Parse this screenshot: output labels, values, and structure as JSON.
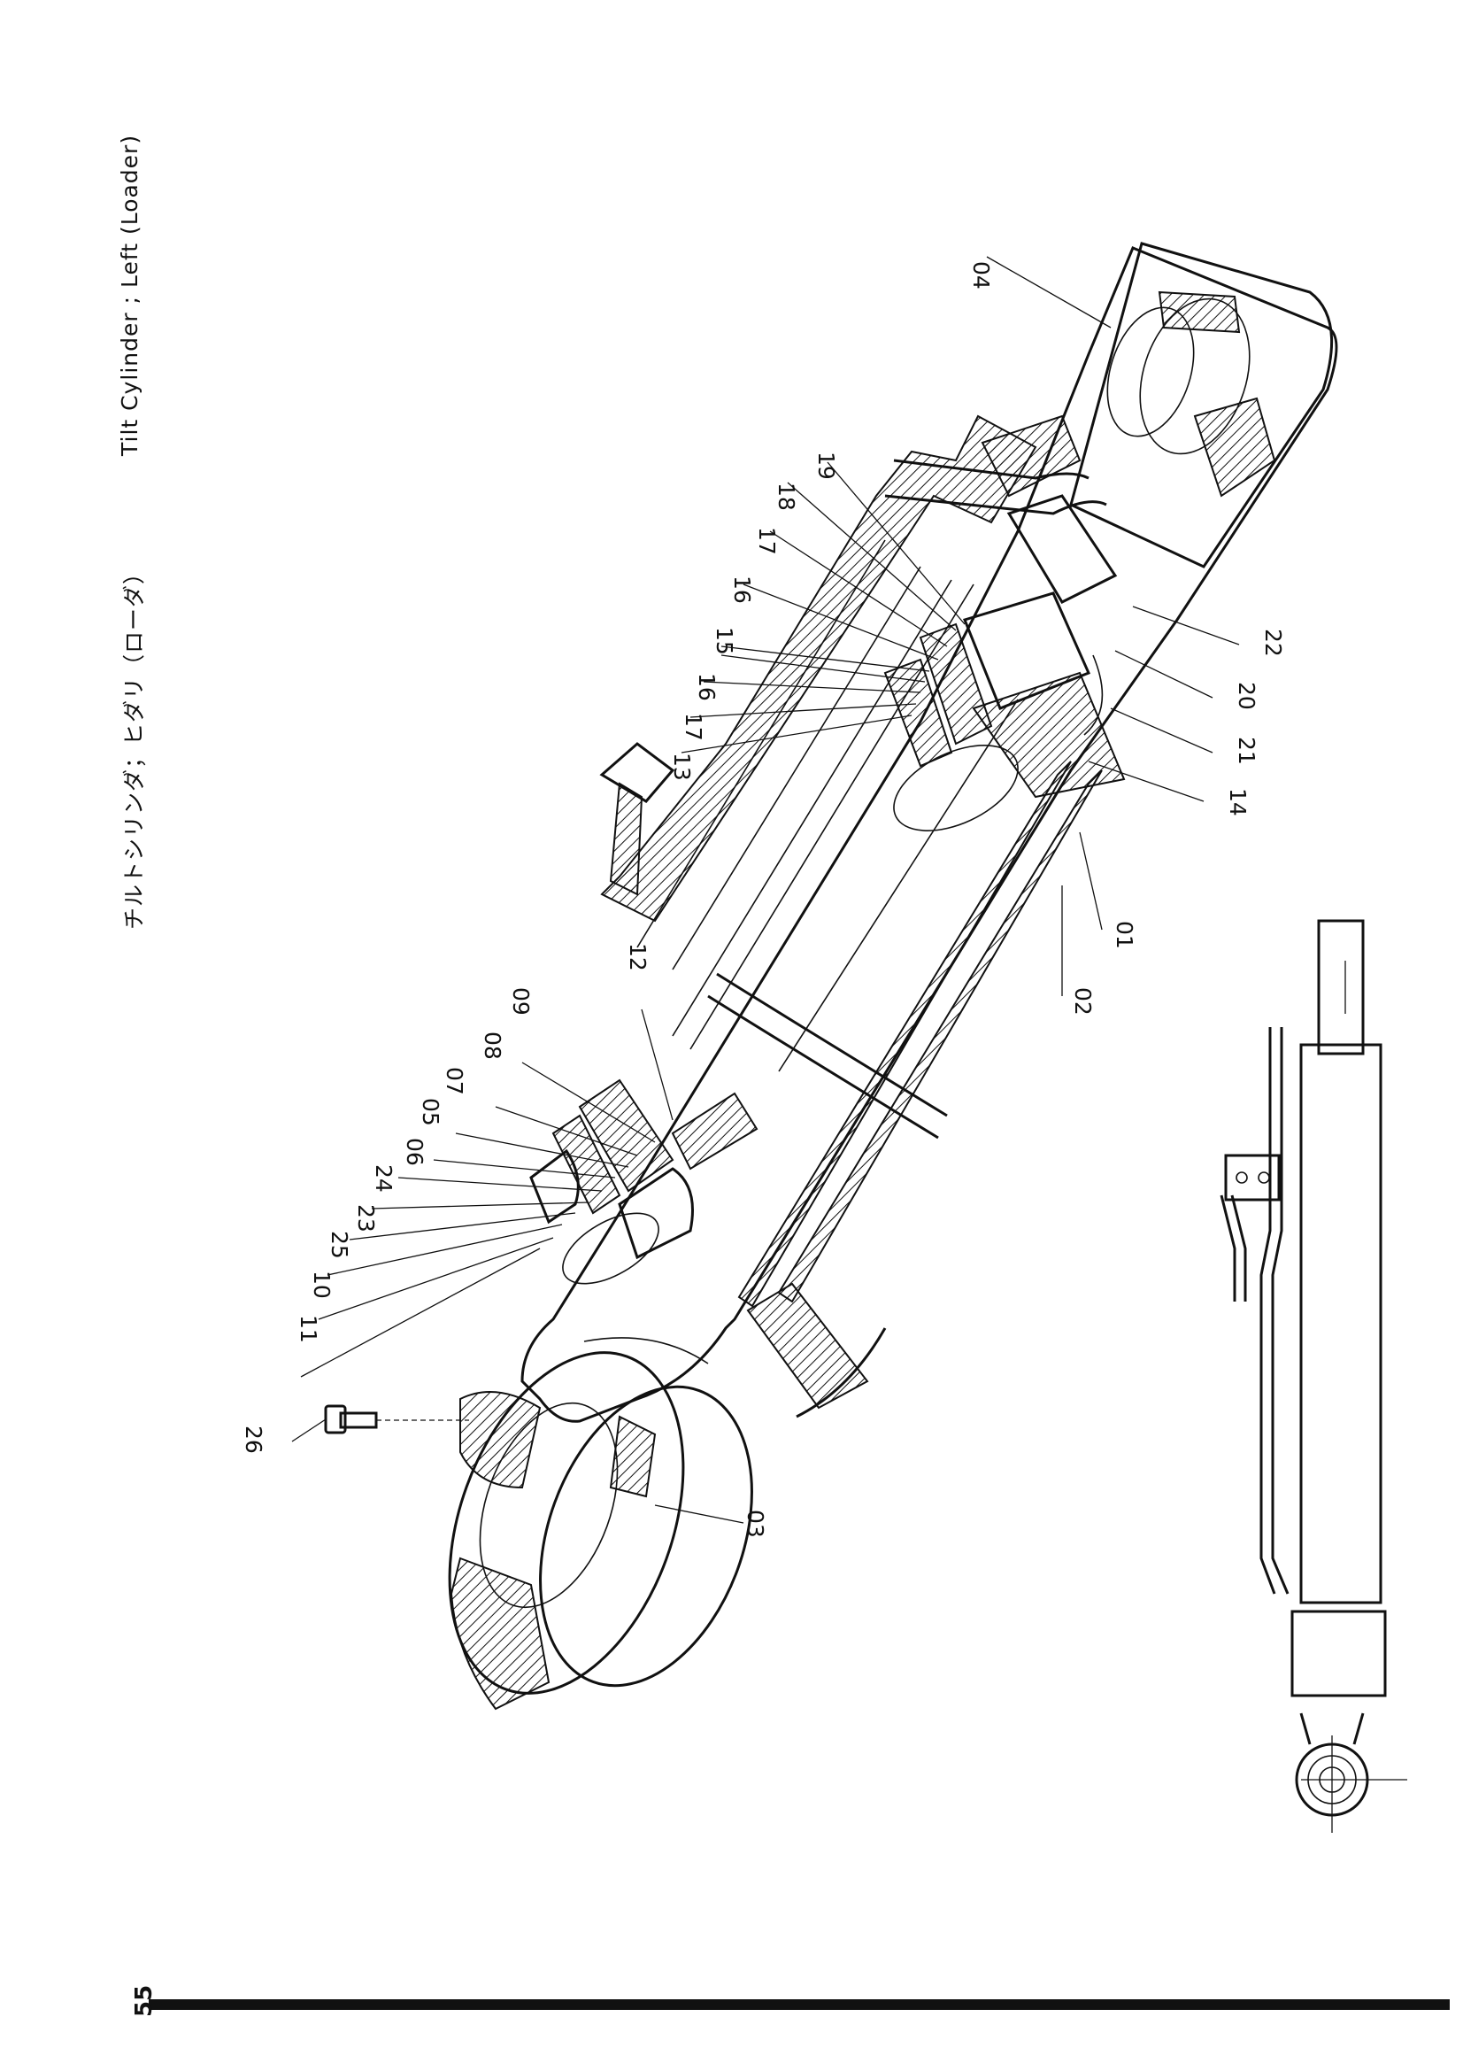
{
  "header": {
    "title_jp": "チルトシリンダ；ヒダリ（ローダ）",
    "title_en": "Tilt  Cylinder ; Left  (Loader)"
  },
  "page_number": "55",
  "callouts": [
    "04",
    "19",
    "18",
    "17",
    "16",
    "15",
    "16",
    "17",
    "13",
    "22",
    "20",
    "21",
    "14",
    "01",
    "02",
    "12",
    "09",
    "08",
    "07",
    "05",
    "06",
    "24",
    "23",
    "25",
    "10",
    "11",
    "26",
    "03"
  ]
}
